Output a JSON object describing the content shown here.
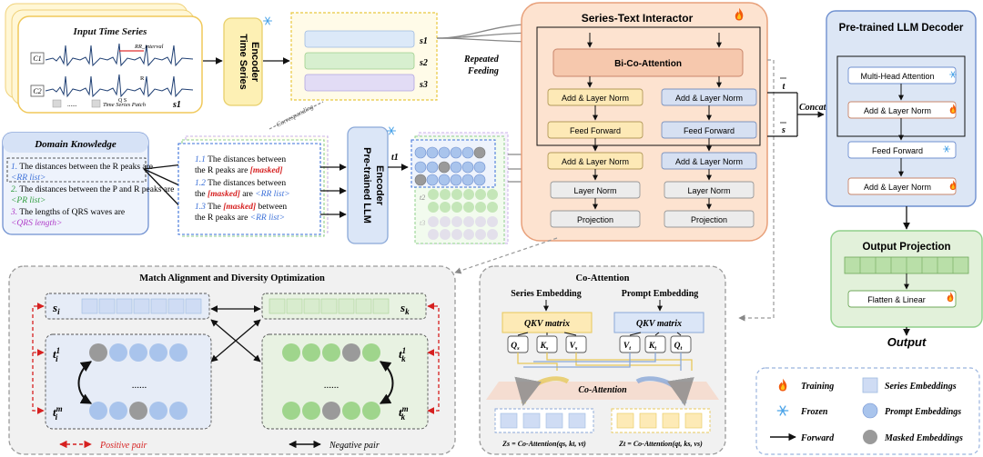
{
  "input_time_series": {
    "title": "Input Time Series",
    "c1": "C1",
    "c2": "C2",
    "rr_interval": "RR_interval",
    "r_label": "R",
    "qrs_label": "Q  S",
    "patch_label": "Time Series Patch",
    "s1": "s1",
    "dots": "......"
  },
  "ts_encoder": {
    "line1": "Time Series",
    "line2": "Encoder"
  },
  "series_tokens": [
    "s1",
    "s2",
    "s3"
  ],
  "repeated_feeding": {
    "line1": "Repeated",
    "line2": "Feeding"
  },
  "domain_knowledge": {
    "title": "Domain Knowledge",
    "items": [
      {
        "num": "1.",
        "text": " The distances between the R peaks are ",
        "tag": "<RR list>",
        "color": "#3a6fd8"
      },
      {
        "num": "2.",
        "text": " The distances between the P and R peaks are ",
        "tag": "<PR list>",
        "color": "#2e9c3c"
      },
      {
        "num": "3.",
        "text": " The lengths of QRS waves are ",
        "tag": "<QRS length>",
        "color": "#b03cc8"
      }
    ]
  },
  "corresponding": "Corresponding",
  "prompts": {
    "p1": {
      "num": "1.1",
      "line1": "The distances between",
      "line2a": "the R peaks are ",
      "masked": "[masked]"
    },
    "p2": {
      "num": "1.2",
      "line1": "The distances between",
      "line2a": "the ",
      "masked": "[masked]",
      "line2b": " are ",
      "tag": "<RR list>"
    },
    "p3": {
      "num": "1.3",
      "line1a": "The ",
      "masked": "[masked]",
      "line1b": " between",
      "line2a": "the R peaks are ",
      "tag": "<RR list>"
    }
  },
  "llm_encoder": {
    "line1": "Pre-trained LLM",
    "line2": "Encoder"
  },
  "t_tokens": {
    "t1": "t1",
    "t2": "t2",
    "t3": "t3"
  },
  "interactor": {
    "title": "Series-Text Interactor",
    "bi_co_attention": "Bi-Co-Attention",
    "add_norm": "Add & Layer Norm",
    "feed_forward": "Feed Forward",
    "layer_norm": "Layer Norm",
    "projection": "Projection"
  },
  "concat": {
    "label": "Concat",
    "t_bar": "t",
    "s_bar": "s"
  },
  "llm_decoder": {
    "title": "Pre-trained LLM Decoder",
    "mha": "Multi-Head Attention",
    "add_norm": "Add & Layer Norm",
    "feed_forward": "Feed Forward"
  },
  "output_projection": {
    "title": "Output Projection",
    "flatten": "Flatten & Linear"
  },
  "output": "Output",
  "match": {
    "title": "Match Alignment and Diversity Optimization",
    "si": "s",
    "si_sub": "i",
    "sk": "s",
    "sk_sub": "k",
    "ti1": "t",
    "tim": "t",
    "tk1": "t",
    "tkm": "t",
    "dots": "......",
    "positive": "Positive pair",
    "negative": "Negative pair"
  },
  "co_attention": {
    "title": "Co-Attention",
    "series_embedding": "Series Embedding",
    "prompt_embedding": "Prompt Embedding",
    "qkv": "QKV matrix",
    "qs": "Q",
    "ks": "K",
    "vs": "V",
    "vt": "V",
    "kt": "K",
    "qt": "Q",
    "inner": "Co-Attention",
    "zs": "Zs = Co-Attention(qs, kt, vt)",
    "zt": "Zt = Co-Attention(qt, ks, vs)"
  },
  "legend": {
    "training": "Training",
    "frozen": "Frozen",
    "forward": "Forward",
    "series_emb": "Series Embeddings",
    "prompt_emb": "Prompt Embeddings",
    "masked_emb": "Masked Embeddings"
  },
  "colors": {
    "series_blue": "#cfdcf4",
    "prompt_blue": "#a9c4ec",
    "masked_gray": "#9a9a9a",
    "green_emb": "#9fd58c",
    "interactor_bg": "#fde3d0",
    "decoder_bg": "#dce6f5",
    "output_bg": "#e2f1da",
    "masked_red": "#d62020"
  }
}
